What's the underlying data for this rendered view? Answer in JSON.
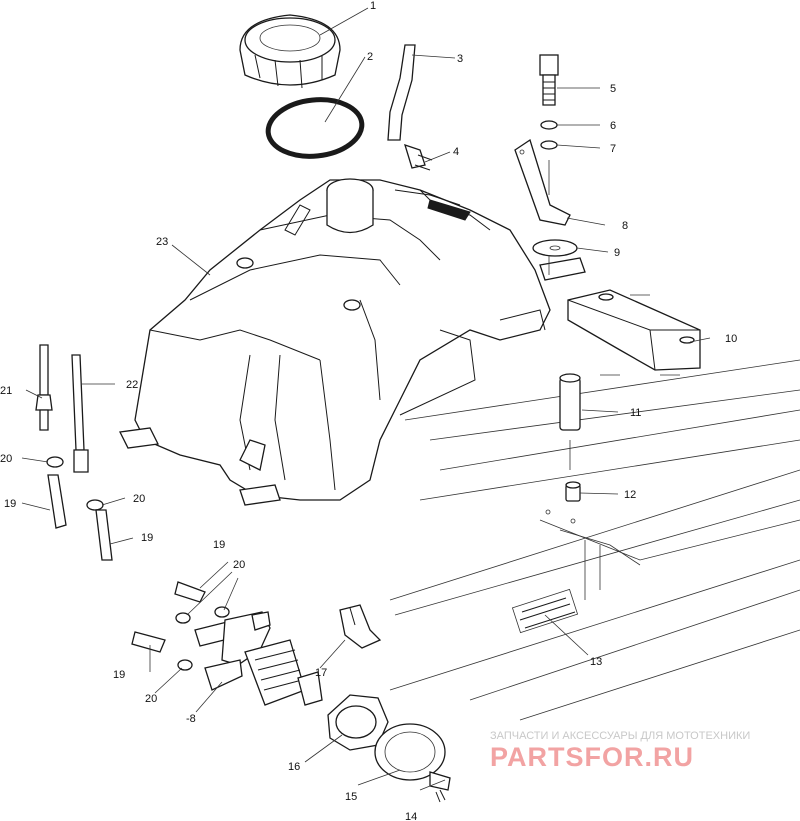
{
  "callouts": [
    {
      "id": "c1",
      "label": "1"
    },
    {
      "id": "c2",
      "label": "2"
    },
    {
      "id": "c3",
      "label": "3"
    },
    {
      "id": "c4",
      "label": "4"
    },
    {
      "id": "c5",
      "label": "5"
    },
    {
      "id": "c6",
      "label": "6"
    },
    {
      "id": "c7",
      "label": "7"
    },
    {
      "id": "c8",
      "label": "8"
    },
    {
      "id": "c9",
      "label": "9"
    },
    {
      "id": "c10",
      "label": "10"
    },
    {
      "id": "c11",
      "label": "11"
    },
    {
      "id": "c12",
      "label": "12"
    },
    {
      "id": "c13",
      "label": "13"
    },
    {
      "id": "c14",
      "label": "14"
    },
    {
      "id": "c15",
      "label": "15"
    },
    {
      "id": "c16",
      "label": "16"
    },
    {
      "id": "c17",
      "label": "17"
    },
    {
      "id": "c18",
      "label": "-8"
    },
    {
      "id": "c19a",
      "label": "19"
    },
    {
      "id": "c19b",
      "label": "19"
    },
    {
      "id": "c19c",
      "label": "19"
    },
    {
      "id": "c19d",
      "label": "19"
    },
    {
      "id": "c20a",
      "label": "20"
    },
    {
      "id": "c20b",
      "label": "20"
    },
    {
      "id": "c20c",
      "label": "20"
    },
    {
      "id": "c20d",
      "label": "20"
    },
    {
      "id": "c21",
      "label": "21"
    },
    {
      "id": "c22",
      "label": "22"
    },
    {
      "id": "c23",
      "label": "23"
    }
  ],
  "watermark": {
    "tagline": "ЗАПЧАСТИ И АКСЕССУАРЫ ДЛЯ МОТОТЕХНИКИ",
    "brand": "PARTSFOR.RU"
  }
}
